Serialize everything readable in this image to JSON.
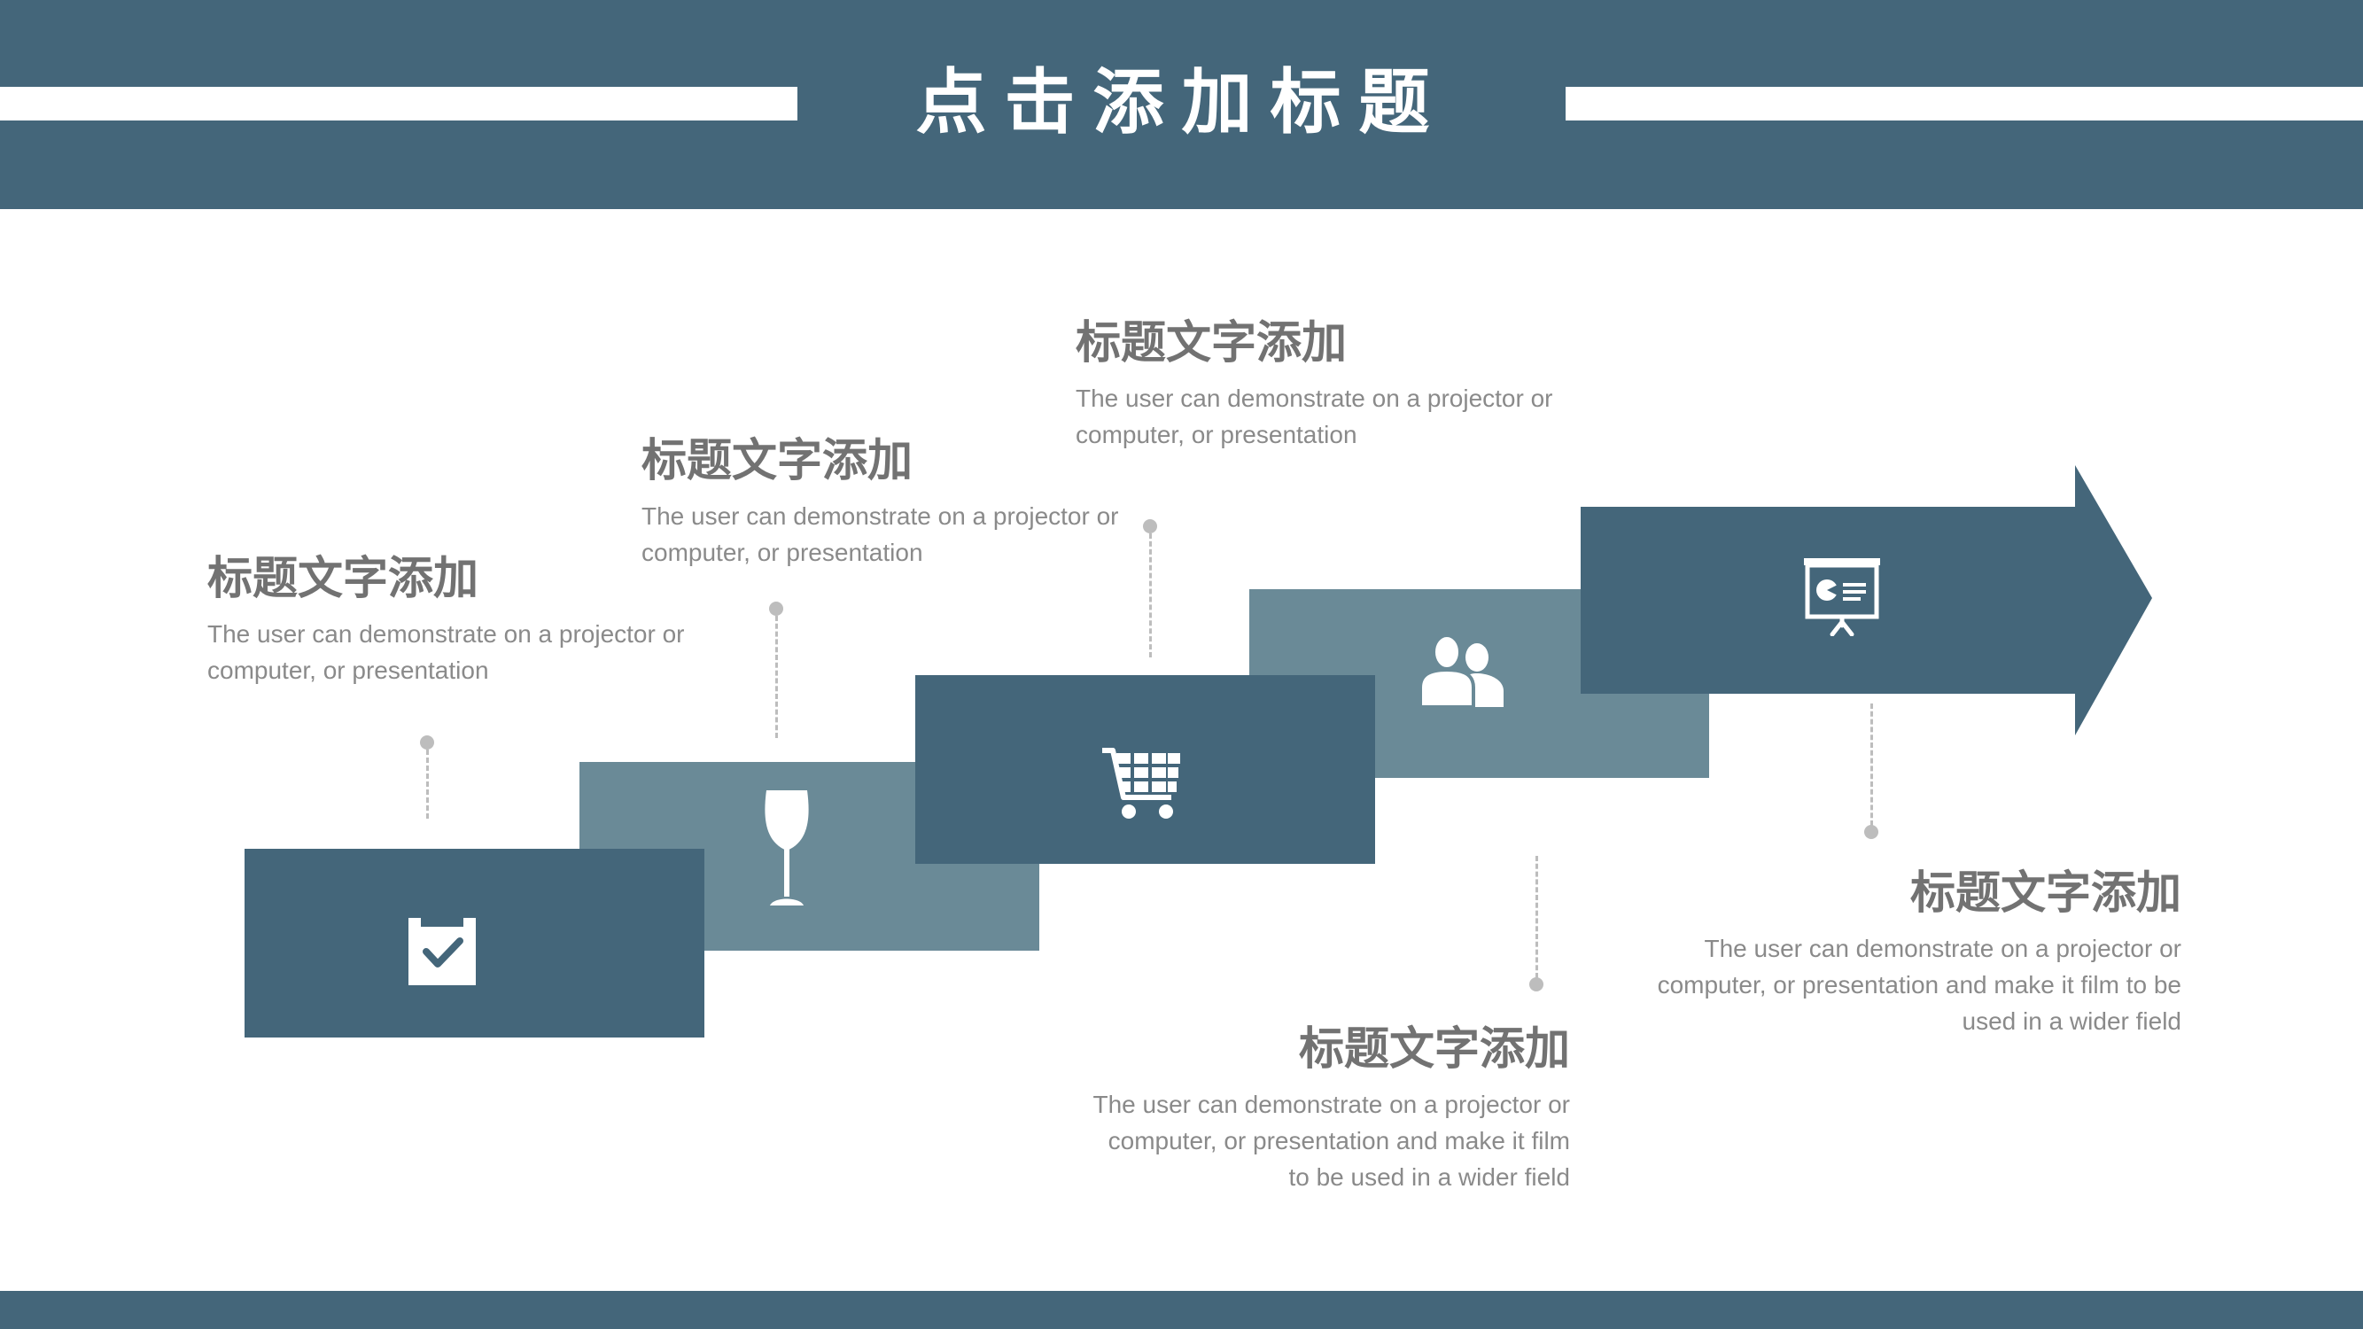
{
  "title": "点击添加标题",
  "colors": {
    "primary": "#44667A",
    "secondary": "#6A8A97",
    "heading_text": "#727272",
    "body_text": "#8A8A8A",
    "connector": "#BDBDBD"
  },
  "steps": [
    {
      "heading": "标题文字添加",
      "description": "The user can demonstrate on a projector or computer, or presentation",
      "icon": "calendar-check-icon"
    },
    {
      "heading": "标题文字添加",
      "description": "The user can demonstrate on a projector or computer, or presentation",
      "icon": "wine-glass-icon"
    },
    {
      "heading": "标题文字添加",
      "description": "The user can demonstrate on a projector or computer, or presentation",
      "icon": "shopping-cart-icon"
    },
    {
      "heading": "标题文字添加",
      "description": "The user can demonstrate on a projector or computer, or presentation and make it film to be used in a wider field",
      "icon": "users-icon"
    },
    {
      "heading": "标题文字添加",
      "description": "The user can demonstrate on a projector or computer, or presentation and make it film to be used in a wider field",
      "icon": "presentation-board-icon"
    }
  ]
}
